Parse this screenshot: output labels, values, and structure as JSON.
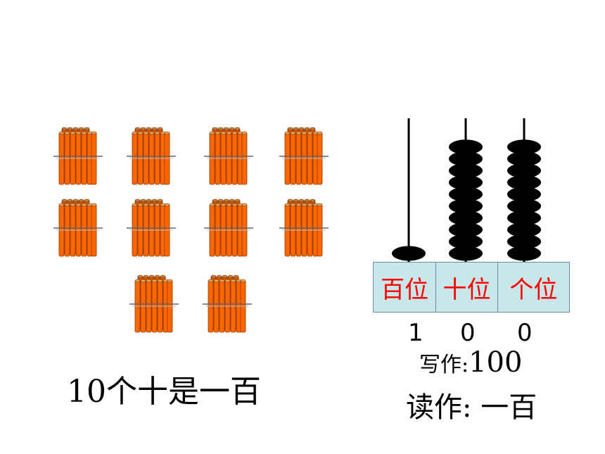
{
  "caption_left": "10个十是一百",
  "place_labels": [
    "百位",
    "十位",
    "个位"
  ],
  "digits": [
    "1",
    "0",
    "0"
  ],
  "written_label": "写作:",
  "written_value": "100",
  "read_label": "读作:",
  "read_value": "一百",
  "bundle_count": 10,
  "abacus_beads": {
    "hundreds": 1,
    "tens": 10,
    "ones": 10
  },
  "colors": {
    "stick": "#ff6600",
    "box_fill": "#c9e6ea",
    "label": "#ff0000"
  }
}
